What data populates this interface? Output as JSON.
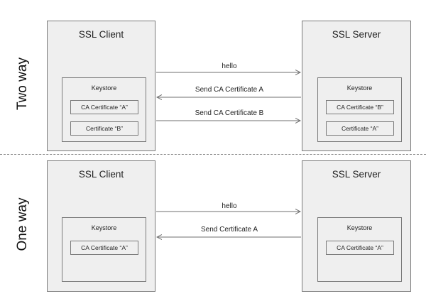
{
  "sections": {
    "two_way": {
      "label": "Two way",
      "client": {
        "title": "SSL Client",
        "keystore": {
          "title": "Keystore",
          "certs": [
            "CA Certificate “A”",
            "Certificate “B”"
          ]
        }
      },
      "server": {
        "title": "SSL Server",
        "keystore": {
          "title": "Keystore",
          "certs": [
            "CA Certificate “B”",
            "Certificate “A”"
          ]
        }
      },
      "messages": [
        "hello",
        "Send CA Certificate A",
        "Send CA Certificate B"
      ]
    },
    "one_way": {
      "label": "One way",
      "client": {
        "title": "SSL Client",
        "keystore": {
          "title": "Keystore",
          "certs": [
            "CA Certificate “A”"
          ]
        }
      },
      "server": {
        "title": "SSL Server",
        "keystore": {
          "title": "Keystore",
          "certs": [
            "CA Certificate “A”"
          ]
        }
      },
      "messages": [
        "hello",
        "Send Certificate A"
      ]
    }
  },
  "colors": {
    "box_fill": "#efefef",
    "box_border": "#7a7a7a",
    "arrow": "#6f6f6f",
    "divider": "#8a8a8a"
  }
}
